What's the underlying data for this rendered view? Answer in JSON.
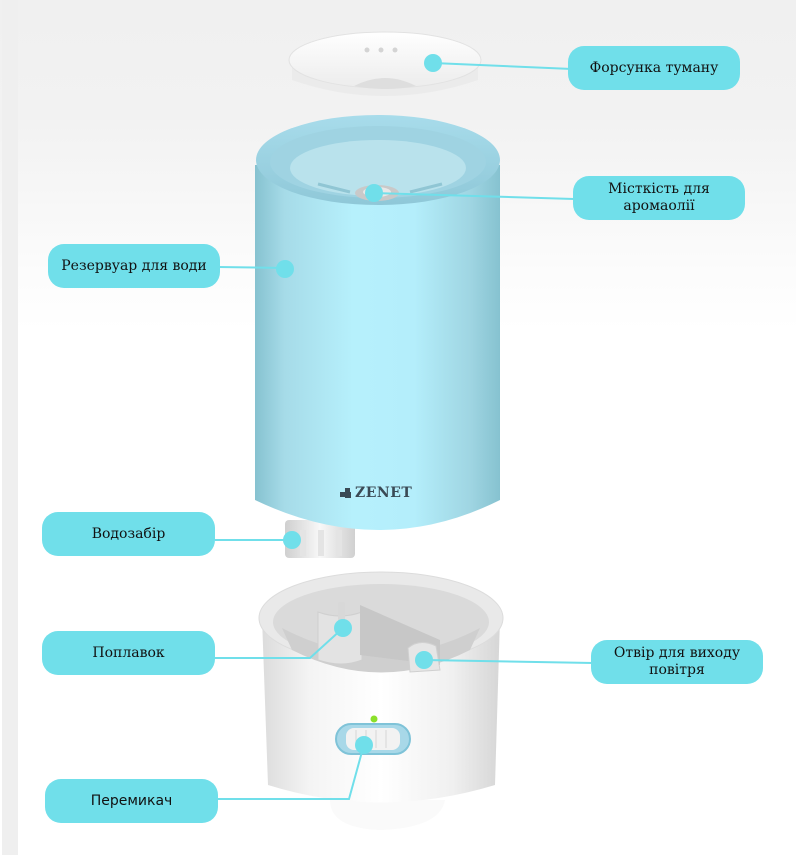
{
  "diagram": {
    "title": "Humidifier components",
    "brand": "ZENET",
    "accent_color": "#70dfea",
    "labels": {
      "mist_nozzle": "Форсунка туману",
      "aroma_container": "Місткість для аромаолії",
      "water_tank": "Резервуар для води",
      "water_intake": "Водозабір",
      "float": "Поплавок",
      "air_outlet": "Отвір для виходу повітря",
      "switch": "Перемикач"
    }
  }
}
